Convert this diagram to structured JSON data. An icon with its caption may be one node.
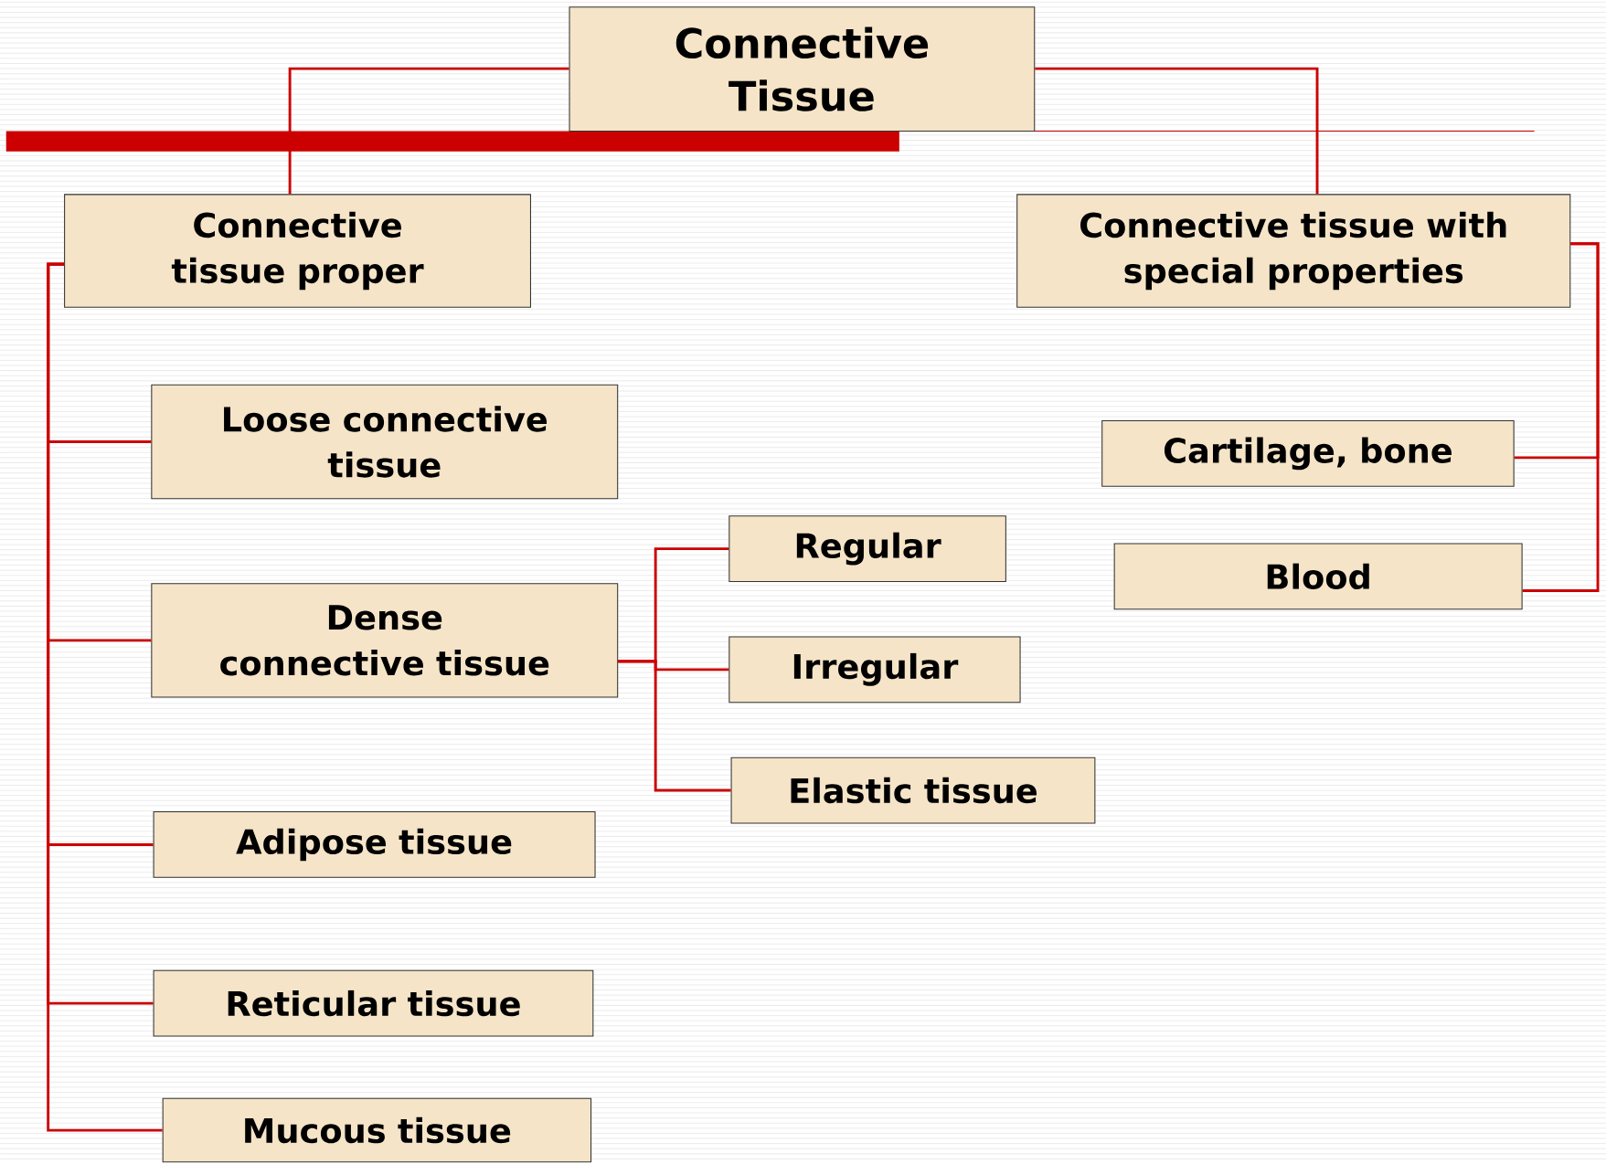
{
  "diagram": {
    "nodes": [
      {
        "text": [
          "Connective Tissue"
        ]
      },
      {
        "text": [
          "Connective tissue proper"
        ]
      },
      {
        "text": [
          "Connective tissue with special properties"
        ]
      },
      {
        "text": [
          "Loose connective tissue"
        ]
      },
      {
        "text": [
          "Dense connective tissue"
        ]
      },
      {
        "text": [
          "Regular"
        ]
      },
      {
        "text": [
          "Irregular"
        ]
      },
      {
        "text": [
          "Elastic tissue"
        ]
      },
      {
        "text": [
          "Adipose tissue"
        ]
      },
      {
        "text": [
          "Reticular tissue"
        ]
      },
      {
        "text": [
          "Mucous tissue"
        ]
      },
      {
        "text": [
          "Cartilage, bone"
        ]
      },
      {
        "text": [
          "Blood"
        ]
      }
    ],
    "edges": [
      {
        "from": 0,
        "to": 1,
        "arrow": "none"
      },
      {
        "from": 0,
        "to": 2,
        "arrow": "none"
      },
      {
        "from": 1,
        "to": 3,
        "arrow": "none"
      },
      {
        "from": 1,
        "to": 4,
        "arrow": "none"
      },
      {
        "from": 1,
        "to": 8,
        "arrow": "none"
      },
      {
        "from": 1,
        "to": 9,
        "arrow": "none"
      },
      {
        "from": 1,
        "to": 10,
        "arrow": "none"
      },
      {
        "from": 4,
        "to": 5,
        "arrow": "none"
      },
      {
        "from": 4,
        "to": 6,
        "arrow": "none"
      },
      {
        "from": 4,
        "to": 7,
        "arrow": "none"
      },
      {
        "from": 2,
        "to": 11,
        "arrow": "none"
      },
      {
        "from": 2,
        "to": 12,
        "arrow": "none"
      }
    ]
  }
}
